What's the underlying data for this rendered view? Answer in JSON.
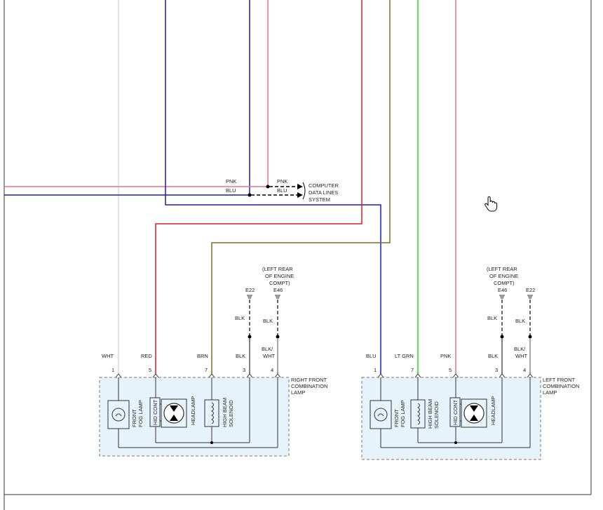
{
  "colors": {
    "wire_white": "#d8d8d8",
    "wire_blue": "#1a1acc",
    "wire_pink": "#f07080",
    "wire_red": "#dd2020",
    "wire_brown": "#8b6a1a",
    "wire_green": "#22dd22",
    "wire_black": "#333333",
    "component_fill": "#e6f3fa",
    "frame": "#333333"
  },
  "data_lines": {
    "pnk_left": "PNK",
    "pnk_right": "PNK",
    "blu_left": "BLU",
    "blu_right": "BLU",
    "system_line1": "COMPUTER",
    "system_line2": "DATA LINES",
    "system_line3": "SYSTEM"
  },
  "right_lamp": {
    "ground_note_line1": "(LEFT REAR",
    "ground_note_line2": "OF ENGINE",
    "ground_note_line3": "COMPT)",
    "ground_a": "E22",
    "ground_b": "E46",
    "upper_a_color": "BLK",
    "upper_b_color": "BLK",
    "wires": [
      {
        "color": "WHT",
        "pin": "1"
      },
      {
        "color": "RED",
        "pin": "5"
      },
      {
        "color": "BRN",
        "pin": "7"
      },
      {
        "color": "BLK",
        "pin": "3"
      },
      {
        "color_line1": "BLK/",
        "color_line2": "WHT",
        "pin": "4"
      }
    ],
    "title_line1": "RIGHT FRONT",
    "title_line2": "COMBINATION",
    "title_line3": "LAMP",
    "fog_line1": "FRONT",
    "fog_line2": "FOG LAMP",
    "hid": "HID CONT",
    "headlamp": "HEADLAMP",
    "sol_line1": "HIGH BEAM",
    "sol_line2": "SOLENOID"
  },
  "left_lamp": {
    "ground_note_line1": "(LEFT REAR",
    "ground_note_line2": "OF ENGINE",
    "ground_note_line3": "COMPT)",
    "ground_a": "E46",
    "ground_b": "E22",
    "upper_a_color": "BLK",
    "upper_b_color": "BLK",
    "wires": [
      {
        "color": "BLU",
        "pin": "1"
      },
      {
        "color": "LT GRN",
        "pin": "7"
      },
      {
        "color": "PNK",
        "pin": "5"
      },
      {
        "color": "BLK",
        "pin": "3"
      },
      {
        "color_line1": "BLK/",
        "color_line2": "WHT",
        "pin": "4"
      }
    ],
    "title_line1": "LEFT FRONT",
    "title_line2": "COMBINATION",
    "title_line3": "LAMP",
    "fog_line1": "FRONT",
    "fog_line2": "FOG LAMP",
    "sol_line1": "HIGH BEAM",
    "sol_line2": "SOLENOID",
    "hid": "HID CONT",
    "headlamp": "HEADLAMP"
  },
  "cursor_icon": "hand-pointer-icon"
}
